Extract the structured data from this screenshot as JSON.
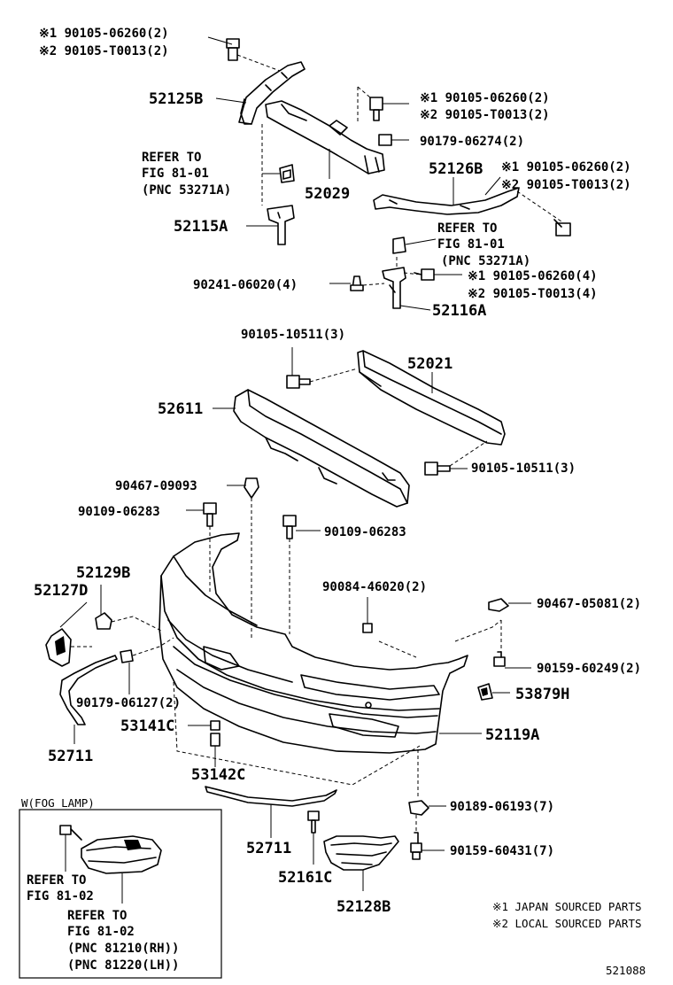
{
  "labels": {
    "bolt_52125b_a": "※1 90105-06260(2)",
    "bolt_52125b_b": "※2 90105-T0013(2)",
    "p52125b": "52125B",
    "bolt_52029_a": "※1 90105-06260(2)",
    "bolt_52029_b": "※2 90105-T0013(2)",
    "nut_90179_06274": "90179-06274(2)",
    "refer_1": "REFER TO",
    "refer_1b": "FIG 81-01",
    "refer_1c": "(PNC 53271A)",
    "p52029": "52029",
    "p52126b": "52126B",
    "bolt_52126b_a": "※1 90105-06260(2)",
    "bolt_52126b_b": "※2 90105-T0013(2)",
    "p52115a": "52115A",
    "refer_2": "REFER TO",
    "refer_2b": "FIG 81-01",
    "refer_2c": "(PNC 53271A)",
    "p90241": "90241-06020(4)",
    "bolt_52116a_a": "※1 90105-06260(4)",
    "bolt_52116a_b": "※2 90105-T0013(4)",
    "p52116a": "52116A",
    "p90105_10511_top": "90105-10511(3)",
    "p52021": "52021",
    "p52611": "52611",
    "p90105_10511_bot": "90105-10511(3)",
    "p90467_09093": "90467-09093",
    "p90109_left": "90109-06283",
    "p90109_right": "90109-06283",
    "p52129b": "52129B",
    "p52127d": "52127D",
    "p90084": "90084-46020(2)",
    "p90467_05081": "90467-05081(2)",
    "p90159_60249": "90159-60249(2)",
    "p90179_06127": "90179-06127(2)",
    "p53879h": "53879H",
    "p53141c": "53141C",
    "p52119a": "52119A",
    "p52711_left": "52711",
    "p53142c": "53142C",
    "p90189": "90189-06193(7)",
    "p90159_60431": "90159-60431(7)",
    "p52711_bot": "52711",
    "p52161c": "52161C",
    "p52128b": "52128B",
    "inset_title": "W(FOG LAMP)",
    "inset_ref1": "REFER TO",
    "inset_ref1b": "FIG 81-02",
    "inset_ref2": "REFER TO",
    "inset_ref2b": "FIG 81-02",
    "inset_ref2c": "(PNC 81210(RH))",
    "inset_ref2d": "(PNC 81220(LH))",
    "legend_1": "※1 JAPAN SOURCED PARTS",
    "legend_2": "※2 LOCAL SOURCED PARTS",
    "figure_id": "521088"
  }
}
